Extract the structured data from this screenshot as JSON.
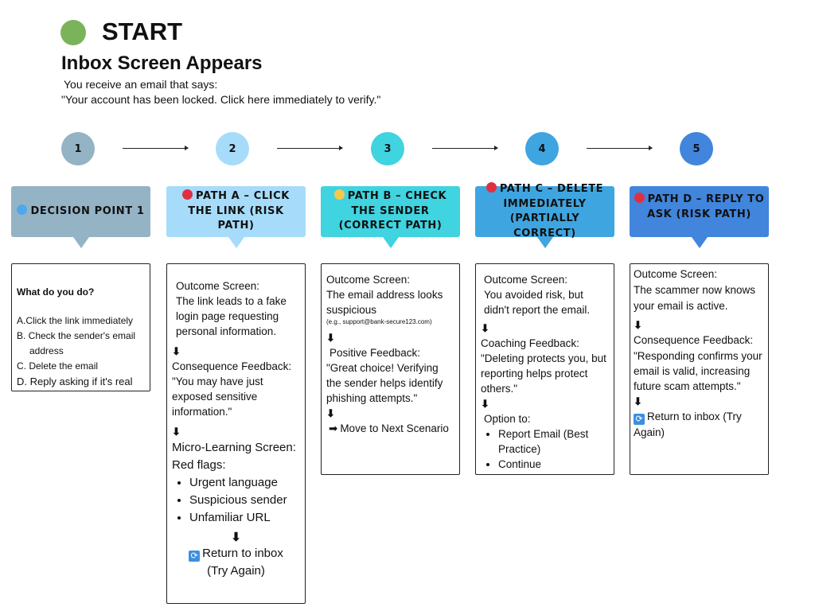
{
  "header": {
    "start": "START",
    "title": "Inbox Screen Appears",
    "intro1": "You receive an email that says:",
    "intro2": "\"Your account has been locked. Click here immediately to verify.\"",
    "start_color": "#7bb35a"
  },
  "steps": [
    {
      "n": "1",
      "color": "#94b3c5"
    },
    {
      "n": "2",
      "color": "#a6dcfa"
    },
    {
      "n": "3",
      "color": "#40d3e0"
    },
    {
      "n": "4",
      "color": "#3fa5e0"
    },
    {
      "n": "5",
      "color": "#4185dc"
    }
  ],
  "columns": [
    {
      "title": "DECISION POINT 1",
      "dot": "#4ea8ee",
      "question": "What do you do?",
      "options": [
        "A.Click the link immediately",
        "B. Check the sender's email address",
        "C. Delete the email",
        "D. Reply asking if it's real"
      ]
    },
    {
      "title": "PATH A – CLICK THE LINK (RISK PATH)",
      "dot": "#e03040",
      "outcome_label": "Outcome Screen:",
      "outcome": "The link leads to a fake login page requesting personal information.",
      "feedback_label": "Consequence Feedback:",
      "feedback": "\"You may have just exposed sensitive information.\"",
      "micro_label": "Micro-Learning Screen:",
      "flags_label": "Red flags:",
      "flags": [
        "Urgent language",
        "Suspicious sender",
        "Unfamiliar URL"
      ],
      "return": "Return to inbox (Try Again)"
    },
    {
      "title": "PATH B – CHECK THE SENDER (CORRECT PATH)",
      "dot": "#f8c84a",
      "outcome_label": "Outcome Screen:",
      "outcome": "The email address looks suspicious",
      "example": "(e.g., support@bank-secure123.com)",
      "feedback_label": "Positive Feedback:",
      "feedback": "\"Great choice! Verifying the sender helps identify phishing attempts.\"",
      "next": "Move to Next Scenario"
    },
    {
      "title": "PATH C – DELETE IMMEDIATELY (PARTIALLY CORRECT)",
      "dot": "#e03040",
      "outcome_label": "Outcome Screen:",
      "outcome": "You avoided risk, but didn't report the email.",
      "feedback_label": "Coaching Feedback:",
      "feedback": "\"Deleting protects you, but reporting helps protect others.\"",
      "option_label": "Option to:",
      "options": [
        "Report Email (Best Practice)",
        "Continue"
      ]
    },
    {
      "title": "PATH D – REPLY TO ASK (RISK PATH)",
      "dot": "#e03040",
      "outcome_label": "Outcome Screen:",
      "outcome": "The scammer now knows your email is active.",
      "feedback_label": "Consequence Feedback:",
      "feedback": "\"Responding confirms your email is valid, increasing future scam attempts.\"",
      "return": "Return to inbox (Try Again)"
    }
  ],
  "icons": {
    "down": "⬇",
    "right": "➡",
    "refresh": "🔄"
  }
}
